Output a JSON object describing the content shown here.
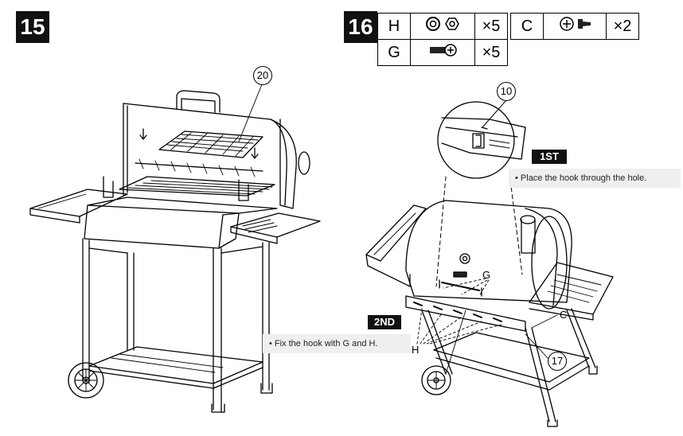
{
  "steps": {
    "left": "15",
    "right": "16"
  },
  "parts_table_a": [
    {
      "letter": "H",
      "icon": "washer-and-nut-icon",
      "qty": "×5"
    },
    {
      "letter": "G",
      "icon": "bolt-icon",
      "qty": "×5"
    }
  ],
  "parts_table_b": [
    {
      "letter": "C",
      "icon": "screw-icon",
      "qty": "×2"
    }
  ],
  "callouts": {
    "part_20": "20",
    "part_10": "10",
    "part_17": "17"
  },
  "labels": {
    "first_tag": "1ST",
    "second_tag": "2ND",
    "letter_g": "G",
    "letter_c": "C",
    "letter_h": "H"
  },
  "notes": {
    "first": "• Place the hook through the hole.",
    "second": "• Fix the hook with G and H."
  },
  "colors": {
    "ink": "#000000",
    "badge": "#111111",
    "note_background": "#efefef"
  }
}
